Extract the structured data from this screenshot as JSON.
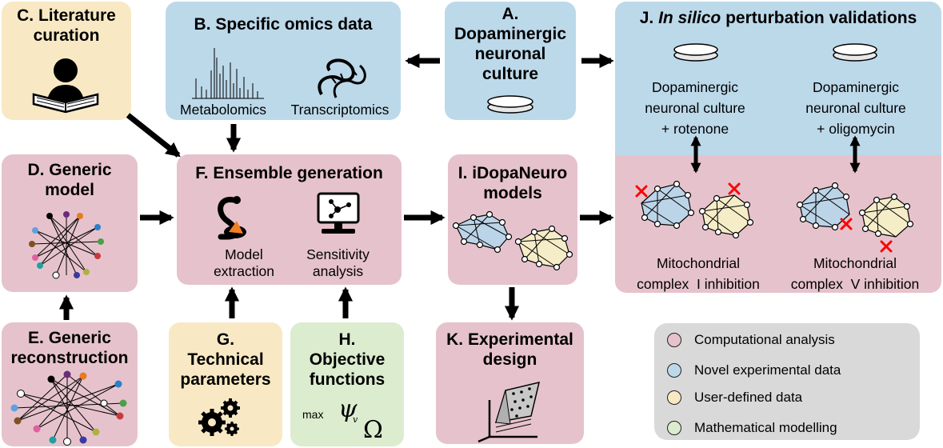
{
  "boxes": {
    "a": {
      "title": "A.\nDopaminergic\nneuronal\nculture"
    },
    "b": {
      "title": "B. Specific omics data",
      "label1": "Metabolomics",
      "label2": "Transcriptomics"
    },
    "c": {
      "title": "C. Literature\ncuration"
    },
    "d": {
      "title": "D. Generic\nmodel"
    },
    "e": {
      "title": "E. Generic\nreconstruction"
    },
    "f": {
      "title": "F. Ensemble generation",
      "label1": "Model\nextraction",
      "label2": "Sensitivity\nanalysis"
    },
    "g": {
      "title": "G.\nTechnical\nparameters"
    },
    "h": {
      "title": "H.\nObjective\nfunctions",
      "formula_max": "max",
      "formula_psi": "ψ",
      "formula_sub": "v",
      "formula_omega": "Ω"
    },
    "i": {
      "title": "I. iDopaNeuro\nmodels"
    },
    "j": {
      "title_prefix": "J. ",
      "title_italic": "In silico",
      "title_suffix": " perturbation validations",
      "culture1": "Dopaminergic\nneuronal culture\n+ rotenone",
      "culture2": "Dopaminergic\nneuronal culture\n+ oligomycin",
      "inhib1": "Mitochondrial\ncomplex  I inhibition",
      "inhib2": "Mitochondrial\ncomplex  V inhibition"
    },
    "k": {
      "title": "K. Experimental\ndesign"
    }
  },
  "legend": [
    {
      "label": "Computational analysis",
      "color": "#e6c3cc"
    },
    {
      "label": "Novel experimental data",
      "color": "#bcd9ea"
    },
    {
      "label": "User-defined data",
      "color": "#f8e9c4"
    },
    {
      "label": "Mathematical modelling",
      "color": "#dceccf"
    }
  ],
  "colors": {
    "computational": "#e6c3cc",
    "experimental": "#bcd9ea",
    "user_defined": "#f8e9c4",
    "mathematical": "#dceccf",
    "legend_bg": "#d9d9d9",
    "cross": "#ff0000"
  }
}
